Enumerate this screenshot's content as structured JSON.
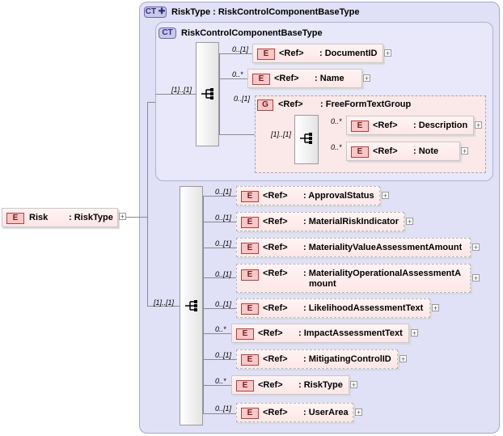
{
  "root": {
    "badge": "E",
    "name": "Risk",
    "type": ": RiskType"
  },
  "outer_type": {
    "badge": "CT",
    "title": "RiskType : RiskControlComponentBaseType"
  },
  "inner_type": {
    "badge": "CT",
    "title": "RiskControlComponentBaseType"
  },
  "group": {
    "badge": "G",
    "ref": "<Ref>",
    "name": ": FreeFormTextGroup",
    "mult": "0..[1]"
  },
  "inner_seq_mult": "[1]..[1]",
  "group_seq_mult": "[1]..[1]",
  "outer_seq_mult": "[1]..[1]",
  "inner_elements": [
    {
      "badge": "E",
      "ref": "<Ref>",
      "name": ": DocumentID",
      "mult": "0..[1]"
    },
    {
      "badge": "E",
      "ref": "<Ref>",
      "name": ": Name",
      "mult": "0..*"
    }
  ],
  "group_elements": [
    {
      "badge": "E",
      "ref": "<Ref>",
      "name": ": Description",
      "mult": "0..*"
    },
    {
      "badge": "E",
      "ref": "<Ref>",
      "name": ": Note",
      "mult": "0..*"
    }
  ],
  "outer_elements": [
    {
      "badge": "E",
      "ref": "<Ref>",
      "name": ": ApprovalStatus",
      "mult": "0..[1]"
    },
    {
      "badge": "E",
      "ref": "<Ref>",
      "name": ": MaterialRiskIndicator",
      "mult": "0..[1]"
    },
    {
      "badge": "E",
      "ref": "<Ref>",
      "name": ": MaterialityValueAssessmentAmount",
      "mult": "0..[1]"
    },
    {
      "badge": "E",
      "ref": "<Ref>",
      "name": ": MaterialityOperationalAssessmentA",
      "name2": "mount",
      "mult": "0..[1]"
    },
    {
      "badge": "E",
      "ref": "<Ref>",
      "name": ": LikelihoodAssessmentText",
      "mult": "0..[1]"
    },
    {
      "badge": "E",
      "ref": "<Ref>",
      "name": ": ImpactAssessmentText",
      "mult": "0..*"
    },
    {
      "badge": "E",
      "ref": "<Ref>",
      "name": ": MitigatingControlID",
      "mult": "0..[1]"
    },
    {
      "badge": "E",
      "ref": "<Ref>",
      "name": ": RiskType",
      "mult": "0..*"
    },
    {
      "badge": "E",
      "ref": "<Ref>",
      "name": ": UserArea",
      "mult": "0..[1]"
    }
  ]
}
